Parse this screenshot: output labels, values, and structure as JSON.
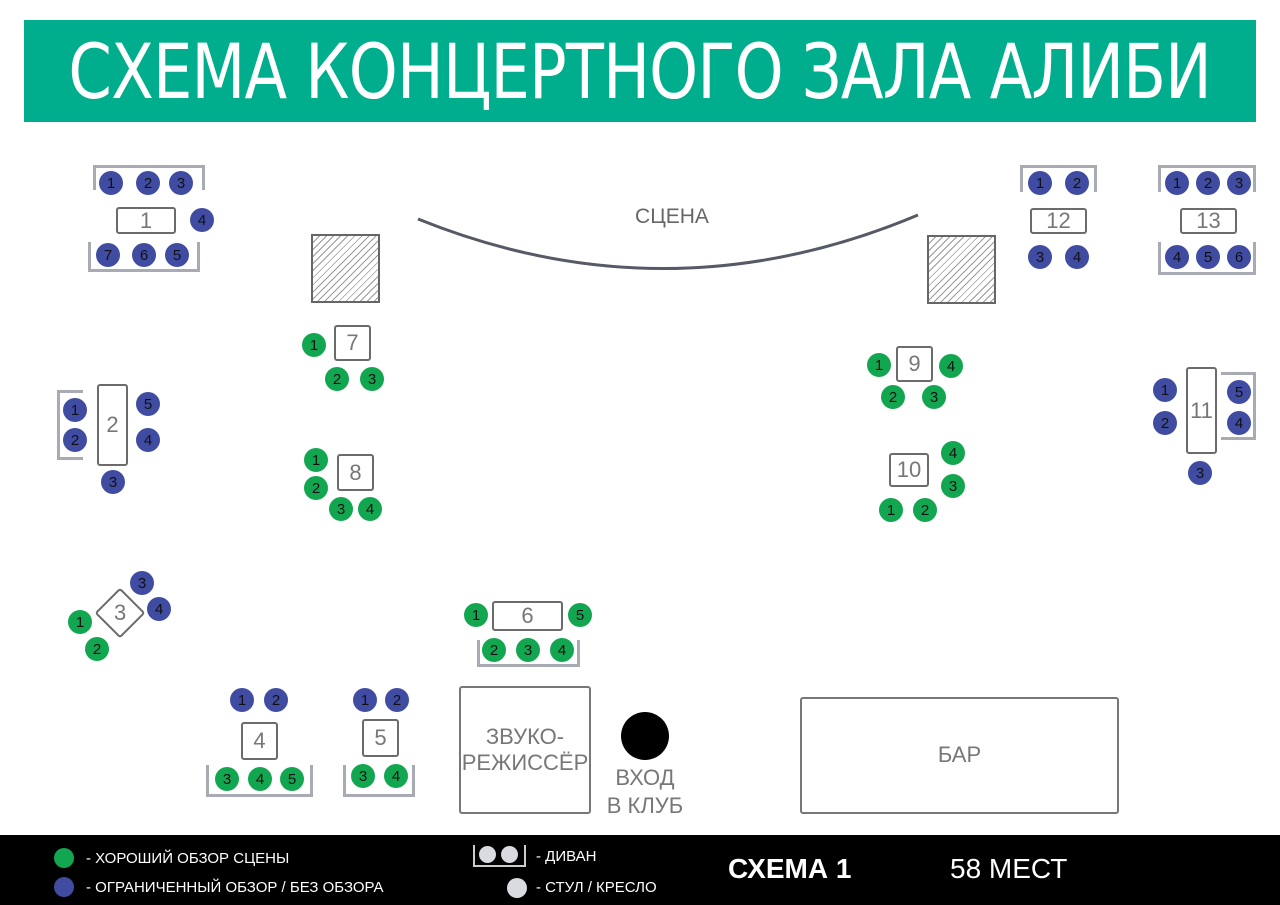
{
  "title": "СХЕМА КОНЦЕРТНОГО ЗАЛА АЛИБИ",
  "colors": {
    "header": "#00ae8e",
    "good_view": "#13a650",
    "limited_view": "#3f4ca1",
    "chair": "#d9dbe0"
  },
  "stage_label": "СЦЕНА",
  "sound_engineer": "ЗВУКО-\nРЕЖИССЁР",
  "entrance": "ВХОД\nВ КЛУБ",
  "bar": "БАР",
  "tables": [
    {
      "label": "1",
      "seats": [
        {
          "n": "1",
          "view": "limited"
        },
        {
          "n": "2",
          "view": "limited"
        },
        {
          "n": "3",
          "view": "limited"
        },
        {
          "n": "4",
          "view": "limited"
        },
        {
          "n": "7",
          "view": "limited"
        },
        {
          "n": "6",
          "view": "limited"
        },
        {
          "n": "5",
          "view": "limited"
        }
      ]
    },
    {
      "label": "2",
      "seats": [
        {
          "n": "1",
          "view": "limited"
        },
        {
          "n": "2",
          "view": "limited"
        },
        {
          "n": "3",
          "view": "limited"
        },
        {
          "n": "4",
          "view": "limited"
        },
        {
          "n": "5",
          "view": "limited"
        }
      ]
    },
    {
      "label": "3",
      "seats": [
        {
          "n": "1",
          "view": "good"
        },
        {
          "n": "2",
          "view": "good"
        },
        {
          "n": "3",
          "view": "limited"
        },
        {
          "n": "4",
          "view": "limited"
        }
      ]
    },
    {
      "label": "4",
      "seats": [
        {
          "n": "1",
          "view": "limited"
        },
        {
          "n": "2",
          "view": "limited"
        },
        {
          "n": "3",
          "view": "good"
        },
        {
          "n": "4",
          "view": "good"
        },
        {
          "n": "5",
          "view": "good"
        }
      ]
    },
    {
      "label": "5",
      "seats": [
        {
          "n": "1",
          "view": "limited"
        },
        {
          "n": "2",
          "view": "limited"
        },
        {
          "n": "3",
          "view": "good"
        },
        {
          "n": "4",
          "view": "good"
        }
      ]
    },
    {
      "label": "6",
      "seats": [
        {
          "n": "1",
          "view": "good"
        },
        {
          "n": "5",
          "view": "good"
        },
        {
          "n": "2",
          "view": "good"
        },
        {
          "n": "3",
          "view": "good"
        },
        {
          "n": "4",
          "view": "good"
        }
      ]
    },
    {
      "label": "7",
      "seats": [
        {
          "n": "1",
          "view": "good"
        },
        {
          "n": "2",
          "view": "good"
        },
        {
          "n": "3",
          "view": "good"
        }
      ]
    },
    {
      "label": "8",
      "seats": [
        {
          "n": "1",
          "view": "good"
        },
        {
          "n": "2",
          "view": "good"
        },
        {
          "n": "3",
          "view": "good"
        },
        {
          "n": "4",
          "view": "good"
        }
      ]
    },
    {
      "label": "9",
      "seats": [
        {
          "n": "1",
          "view": "good"
        },
        {
          "n": "4",
          "view": "good"
        },
        {
          "n": "2",
          "view": "good"
        },
        {
          "n": "3",
          "view": "good"
        }
      ]
    },
    {
      "label": "10",
      "seats": [
        {
          "n": "4",
          "view": "good"
        },
        {
          "n": "3",
          "view": "good"
        },
        {
          "n": "1",
          "view": "good"
        },
        {
          "n": "2",
          "view": "good"
        }
      ]
    },
    {
      "label": "11",
      "seats": [
        {
          "n": "1",
          "view": "limited"
        },
        {
          "n": "2",
          "view": "limited"
        },
        {
          "n": "3",
          "view": "limited"
        },
        {
          "n": "5",
          "view": "limited"
        },
        {
          "n": "4",
          "view": "limited"
        }
      ]
    },
    {
      "label": "12",
      "seats": [
        {
          "n": "1",
          "view": "limited"
        },
        {
          "n": "2",
          "view": "limited"
        },
        {
          "n": "3",
          "view": "limited"
        },
        {
          "n": "4",
          "view": "limited"
        }
      ]
    },
    {
      "label": "13",
      "seats": [
        {
          "n": "1",
          "view": "limited"
        },
        {
          "n": "2",
          "view": "limited"
        },
        {
          "n": "3",
          "view": "limited"
        },
        {
          "n": "4",
          "view": "limited"
        },
        {
          "n": "5",
          "view": "limited"
        },
        {
          "n": "6",
          "view": "limited"
        }
      ]
    }
  ],
  "legend": {
    "good": "- ХОРОШИЙ ОБЗОР СЦЕНЫ",
    "limited": "- ОГРАНИЧЕННЫЙ ОБЗОР / БЕЗ ОБЗОРА",
    "sofa": "- ДИВАН",
    "chair": "- СТУЛ / КРЕСЛО"
  },
  "scheme_label": "СХЕМА 1",
  "capacity": "58 МЕСТ"
}
